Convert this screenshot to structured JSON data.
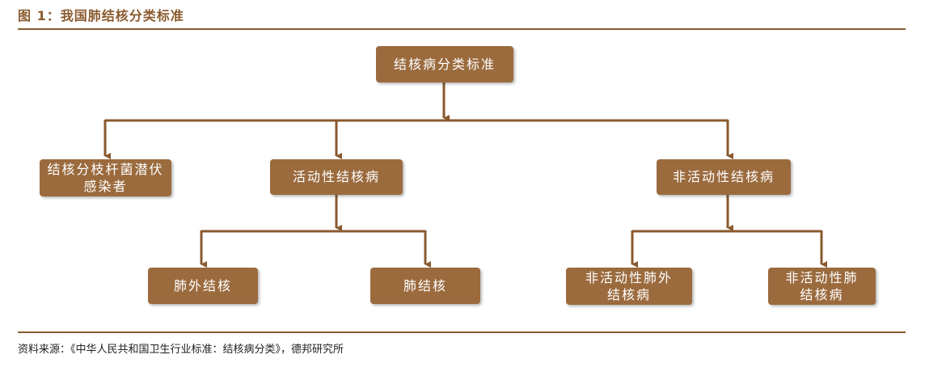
{
  "figure": {
    "title": "图 1：我国肺结核分类标准"
  },
  "diagram": {
    "root": "结核病分类标准",
    "level1": {
      "latent": "结核分枝杆菌潜伏感染者",
      "active": "活动性结核病",
      "inactive": "非活动性结核病"
    },
    "active_children": {
      "extra": "肺外结核",
      "pulmonary": "肺结核"
    },
    "inactive_children": {
      "extra": "非活动性肺外结核病",
      "pulmonary": "非活动性肺结核病"
    }
  },
  "source": "资料来源：《中华人民共和国卫生行业标准：结核病分类》，德邦研究所",
  "colors": {
    "node_fill": "#9b6b3e",
    "connector": "#8a5a2e",
    "title": "#8a5a2e"
  }
}
